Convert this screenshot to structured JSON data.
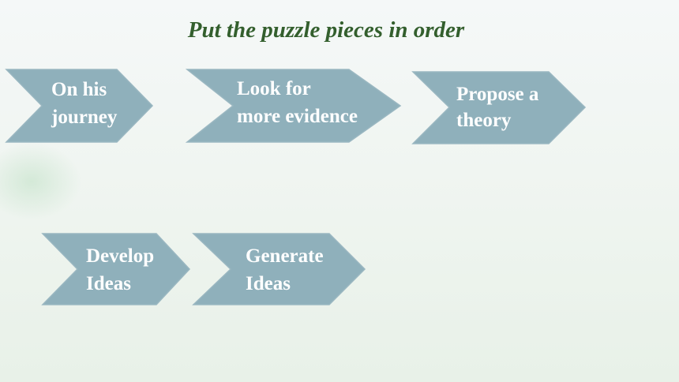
{
  "slide": {
    "title": "Put the puzzle pieces in order",
    "pieces": [
      {
        "line1": "On his",
        "line2": "journey"
      },
      {
        "line1": "Look for",
        "line2": "more evidence"
      },
      {
        "line1": "Propose a",
        "line2": "theory"
      },
      {
        "line1": "Develop",
        "line2": "Ideas"
      },
      {
        "line1": "Generate",
        "line2": "Ideas"
      }
    ]
  },
  "colors": {
    "piece_fill": "#8fb0bb",
    "piece_stroke": "#9ab7c1",
    "piece_text": "#ffffff",
    "title_text": "#335f2d"
  },
  "icons": {
    "piece_shape": "chevron-arrow-shape"
  }
}
